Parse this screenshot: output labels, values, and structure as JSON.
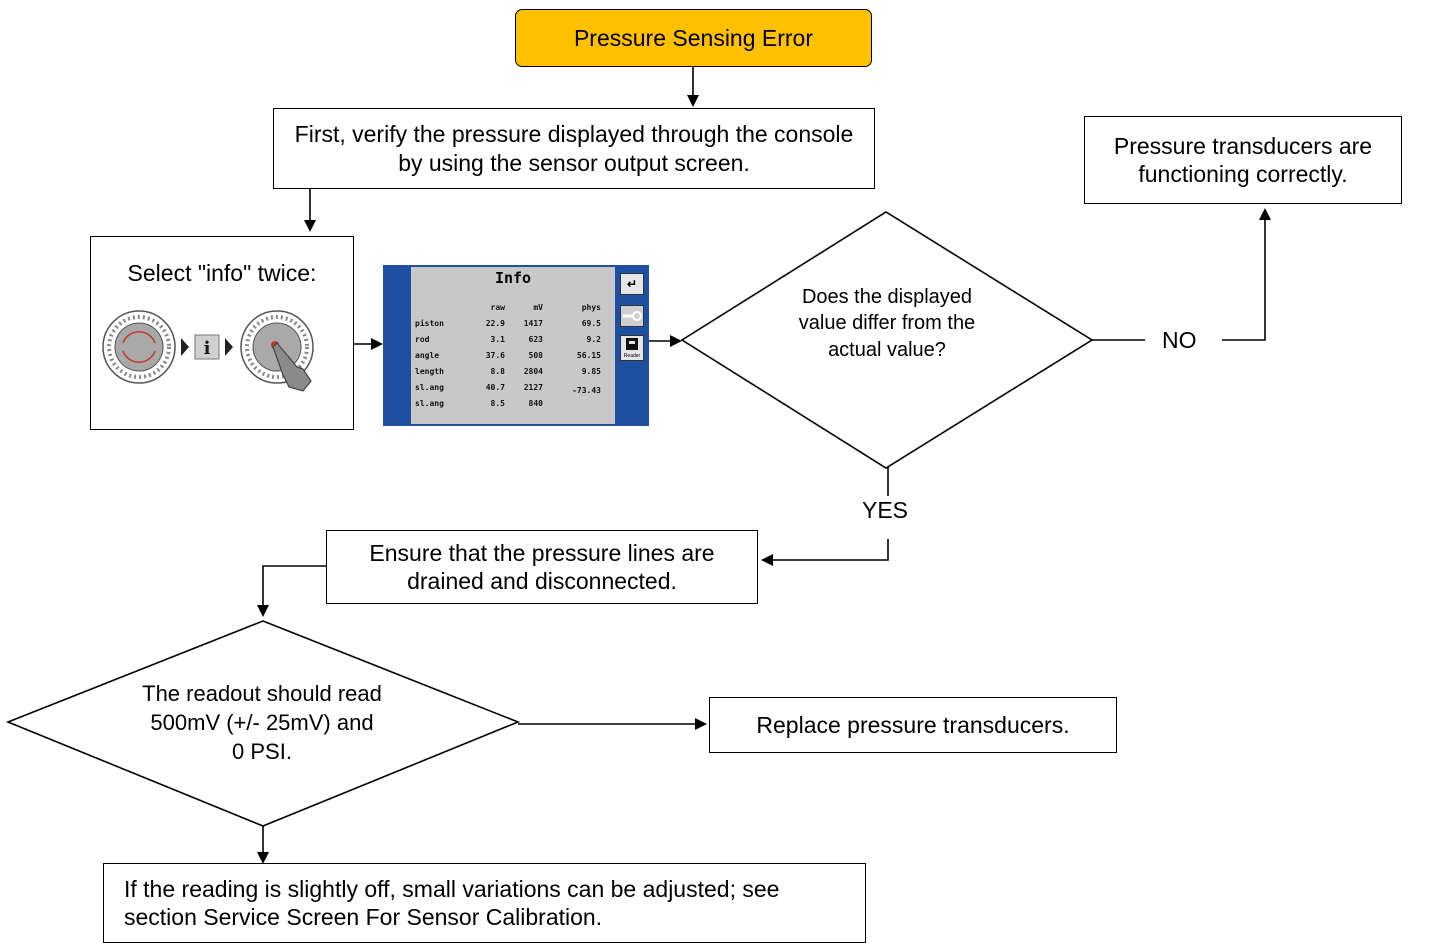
{
  "flow": {
    "start": "Pressure Sensing Error",
    "verify": "First, verify the pressure displayed through the console by using the sensor output screen.",
    "select_info": "Select \"info\" twice:",
    "decision_differ": "Does the displayed value differ from the actual value?",
    "label_no": "NO",
    "label_yes": "YES",
    "functioning": "Pressure transducers are functioning correctly.",
    "ensure": "Ensure that the pressure lines are drained and disconnected.",
    "decision_readout": "The readout should read 500mV (+/- 25mV) and 0 PSI.",
    "replace": "Replace pressure transducers.",
    "adjust": "If the reading is slightly off, small variations can be adjusted; see section Service Screen For Sensor Calibration."
  },
  "info_screen": {
    "title": "Info",
    "columns": [
      "raw",
      "mV",
      "phys"
    ],
    "rows": [
      {
        "name": "piston",
        "raw": "22.9",
        "mv": "1417",
        "phys": "69.5"
      },
      {
        "name": "rod",
        "raw": "3.1",
        "mv": "623",
        "phys": "9.2"
      },
      {
        "name": "angle",
        "raw": "37.6",
        "mv": "508",
        "phys": "56.15"
      },
      {
        "name": "length",
        "raw": "8.8",
        "mv": "2804",
        "phys": "9.85"
      },
      {
        "name": "sl.ang",
        "raw": "40.7",
        "mv": "2127",
        "phys": "-73.43"
      },
      {
        "name": "sl.ang",
        "raw": "8.5",
        "mv": "840",
        "phys": ""
      }
    ],
    "side_buttons": [
      "enter-icon",
      "key-icon",
      "reader-icon"
    ],
    "reader_label": "Reader",
    "colors": {
      "frame": "#1f4fa0",
      "panel": "#c8c8c8",
      "start_box": "#ffc000"
    }
  },
  "icons": [
    "knob-rotate-icon",
    "arrow-right-icon",
    "info-i-icon",
    "knob-press-icon"
  ]
}
